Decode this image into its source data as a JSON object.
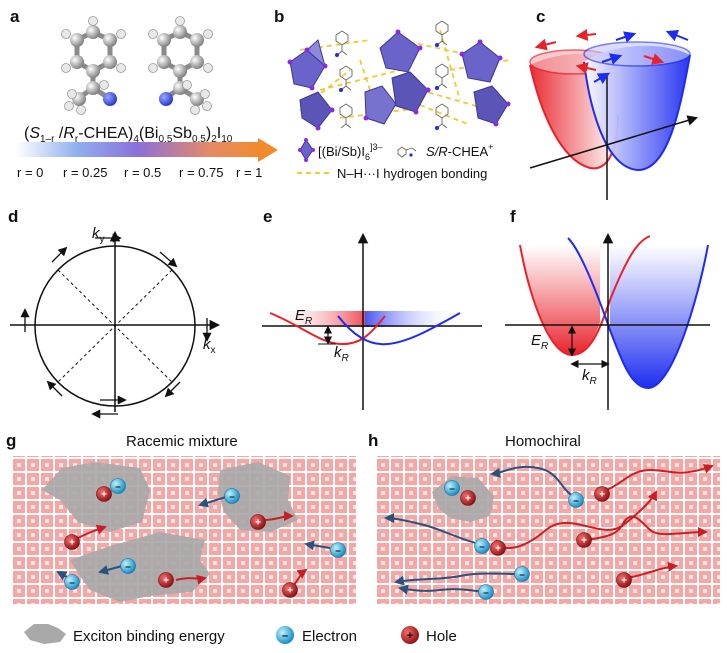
{
  "panels": {
    "a": {
      "label": "a",
      "formula": {
        "p1": "(",
        "s": "S",
        "sub1": "1–r",
        "slash": " /",
        "r": "R",
        "subr": "r",
        "rest": "-CHEA)",
        "sub4": "4",
        "bi": "(Bi",
        "sub05a": "0.5",
        "sb": "Sb",
        "sub05b": "0.5",
        "close": ")",
        "sub2": "2",
        "i": "I",
        "sub10": "10"
      },
      "ratios": [
        "r = 0",
        "r = 0.25",
        "r = 0.5",
        "r = 0.75",
        "r = 1"
      ]
    },
    "b": {
      "label": "b",
      "legend_octahedra": "[(Bi/Sb)I",
      "legend_octahedra_sub": "6",
      "legend_octahedra_sup": "]3–",
      "legend_cation_italic": "S/R",
      "legend_cation_rest": "-CHEA",
      "legend_cation_sup": "+",
      "legend_hbond": "N–H···I hydrogen bonding"
    },
    "c": {
      "label": "c"
    },
    "d": {
      "label": "d",
      "ky": "k",
      "ky_sub": "y",
      "kx": "k",
      "kx_sub": "x"
    },
    "e": {
      "label": "e",
      "er": "E",
      "er_sub": "R",
      "kr": "k",
      "kr_sub": "R"
    },
    "f": {
      "label": "f",
      "er": "E",
      "er_sub": "R",
      "kr": "k",
      "kr_sub": "R"
    },
    "g": {
      "label": "g",
      "title": "Racemic mixture"
    },
    "h": {
      "label": "h",
      "title": "Homochiral"
    }
  },
  "legend": {
    "exciton": "Exciton binding energy",
    "electron": "Electron",
    "hole": "Hole",
    "electron_symbol": "–",
    "hole_symbol": "+"
  },
  "colors": {
    "red": "#e8222b",
    "blue": "#1d2cf0",
    "octahedra": "#6a63c9",
    "hbond": "#f2c930",
    "lattice": "#f4a7a4",
    "electron": "#1fb6ea",
    "hole": "#c71f24",
    "exciton": "#a9a9a9"
  }
}
